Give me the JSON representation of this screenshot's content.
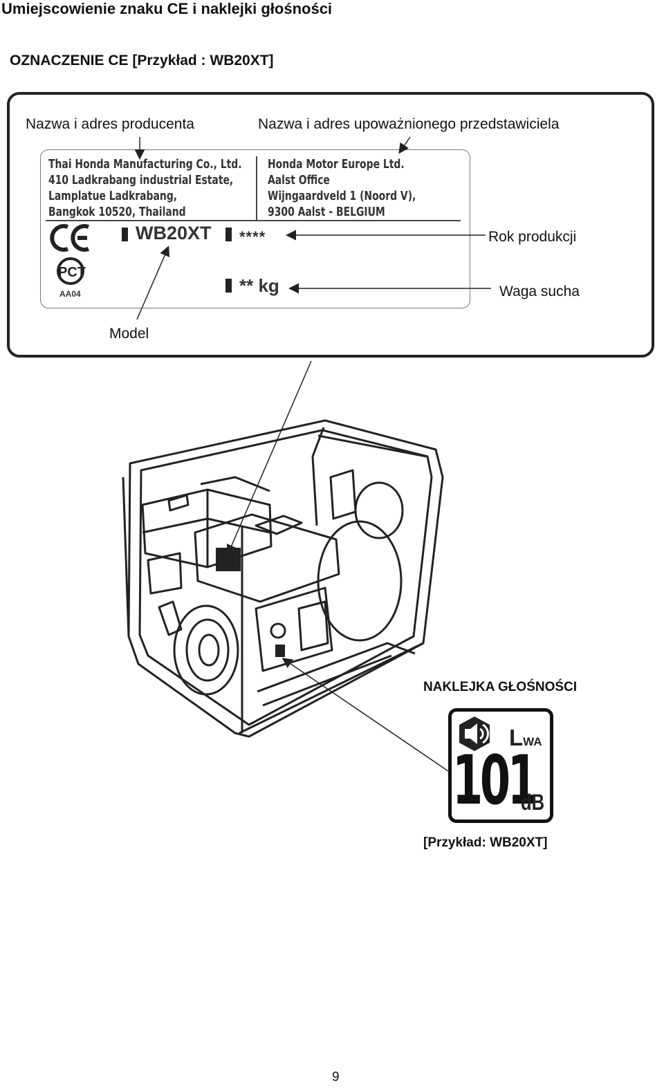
{
  "page": {
    "title": "Umiejscowienie znaku CE i naklejki głośności",
    "subtitle": "OZNACZENIE CE [Przykład : WB20XT]",
    "page_number": "9"
  },
  "ce_label": {
    "callout_manufacturer": "Nazwa i adres producenta",
    "callout_representative": "Nazwa i adres upoważnionego przedstawiciela",
    "callout_year": "Rok produkcji",
    "callout_weight": "Waga sucha",
    "callout_model": "Model",
    "plate": {
      "manufacturer_lines": [
        "Thai Honda Manufacturing Co., Ltd.",
        "410 Ladkrabang industrial Estate,",
        "Lamplatue Ladkrabang,",
        "Bangkok 10520, Thailand"
      ],
      "representative_lines": [
        "Honda Motor Europe Ltd.",
        "Aalst Office",
        "Wijngaardveld 1 (Noord V),",
        "9300 Aalst - BELGIUM"
      ],
      "ce_mark": "CE",
      "model": "WB20XT",
      "year": "****",
      "weight": "** kg",
      "pct_code": "AA04"
    }
  },
  "noise_label": {
    "title": "NAKLEJKA GŁOŚNOŚCI",
    "lwa_main": "L",
    "lwa_sub": "WA",
    "value": "101",
    "unit": "dB",
    "example": "[Przykład: WB20XT]"
  },
  "icons": {
    "ce": "ce-mark-icon",
    "pct": "pct-certification-icon",
    "speaker": "speaker-icon",
    "pump": "water-pump-illustration"
  }
}
